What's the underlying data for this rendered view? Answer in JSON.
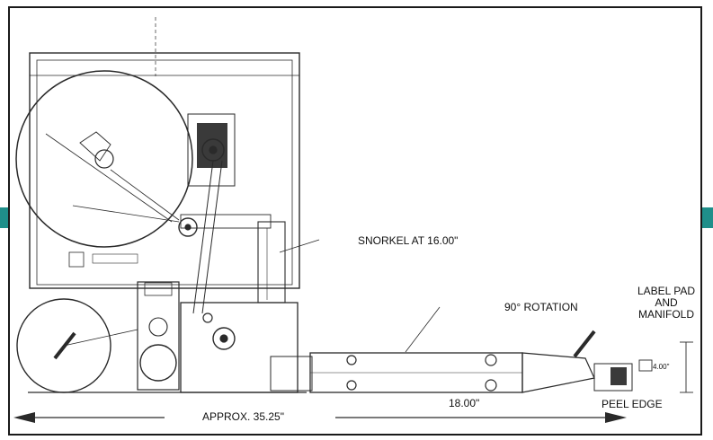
{
  "labels": {
    "snorkel": "SNORKEL AT 16.00\"",
    "rotation": "90° ROTATION",
    "label_pad_line1": "LABEL PAD",
    "label_pad_line2": "AND",
    "label_pad_line3": "MANIFOLD",
    "height_dim": "4.00\"",
    "dim_18": "18.00\"",
    "peel_edge": "PEEL EDGE",
    "approx_length": "APPROX. 35.25\""
  },
  "colors": {
    "line": "#2a2a2a",
    "accent": "#1f8f8a"
  }
}
